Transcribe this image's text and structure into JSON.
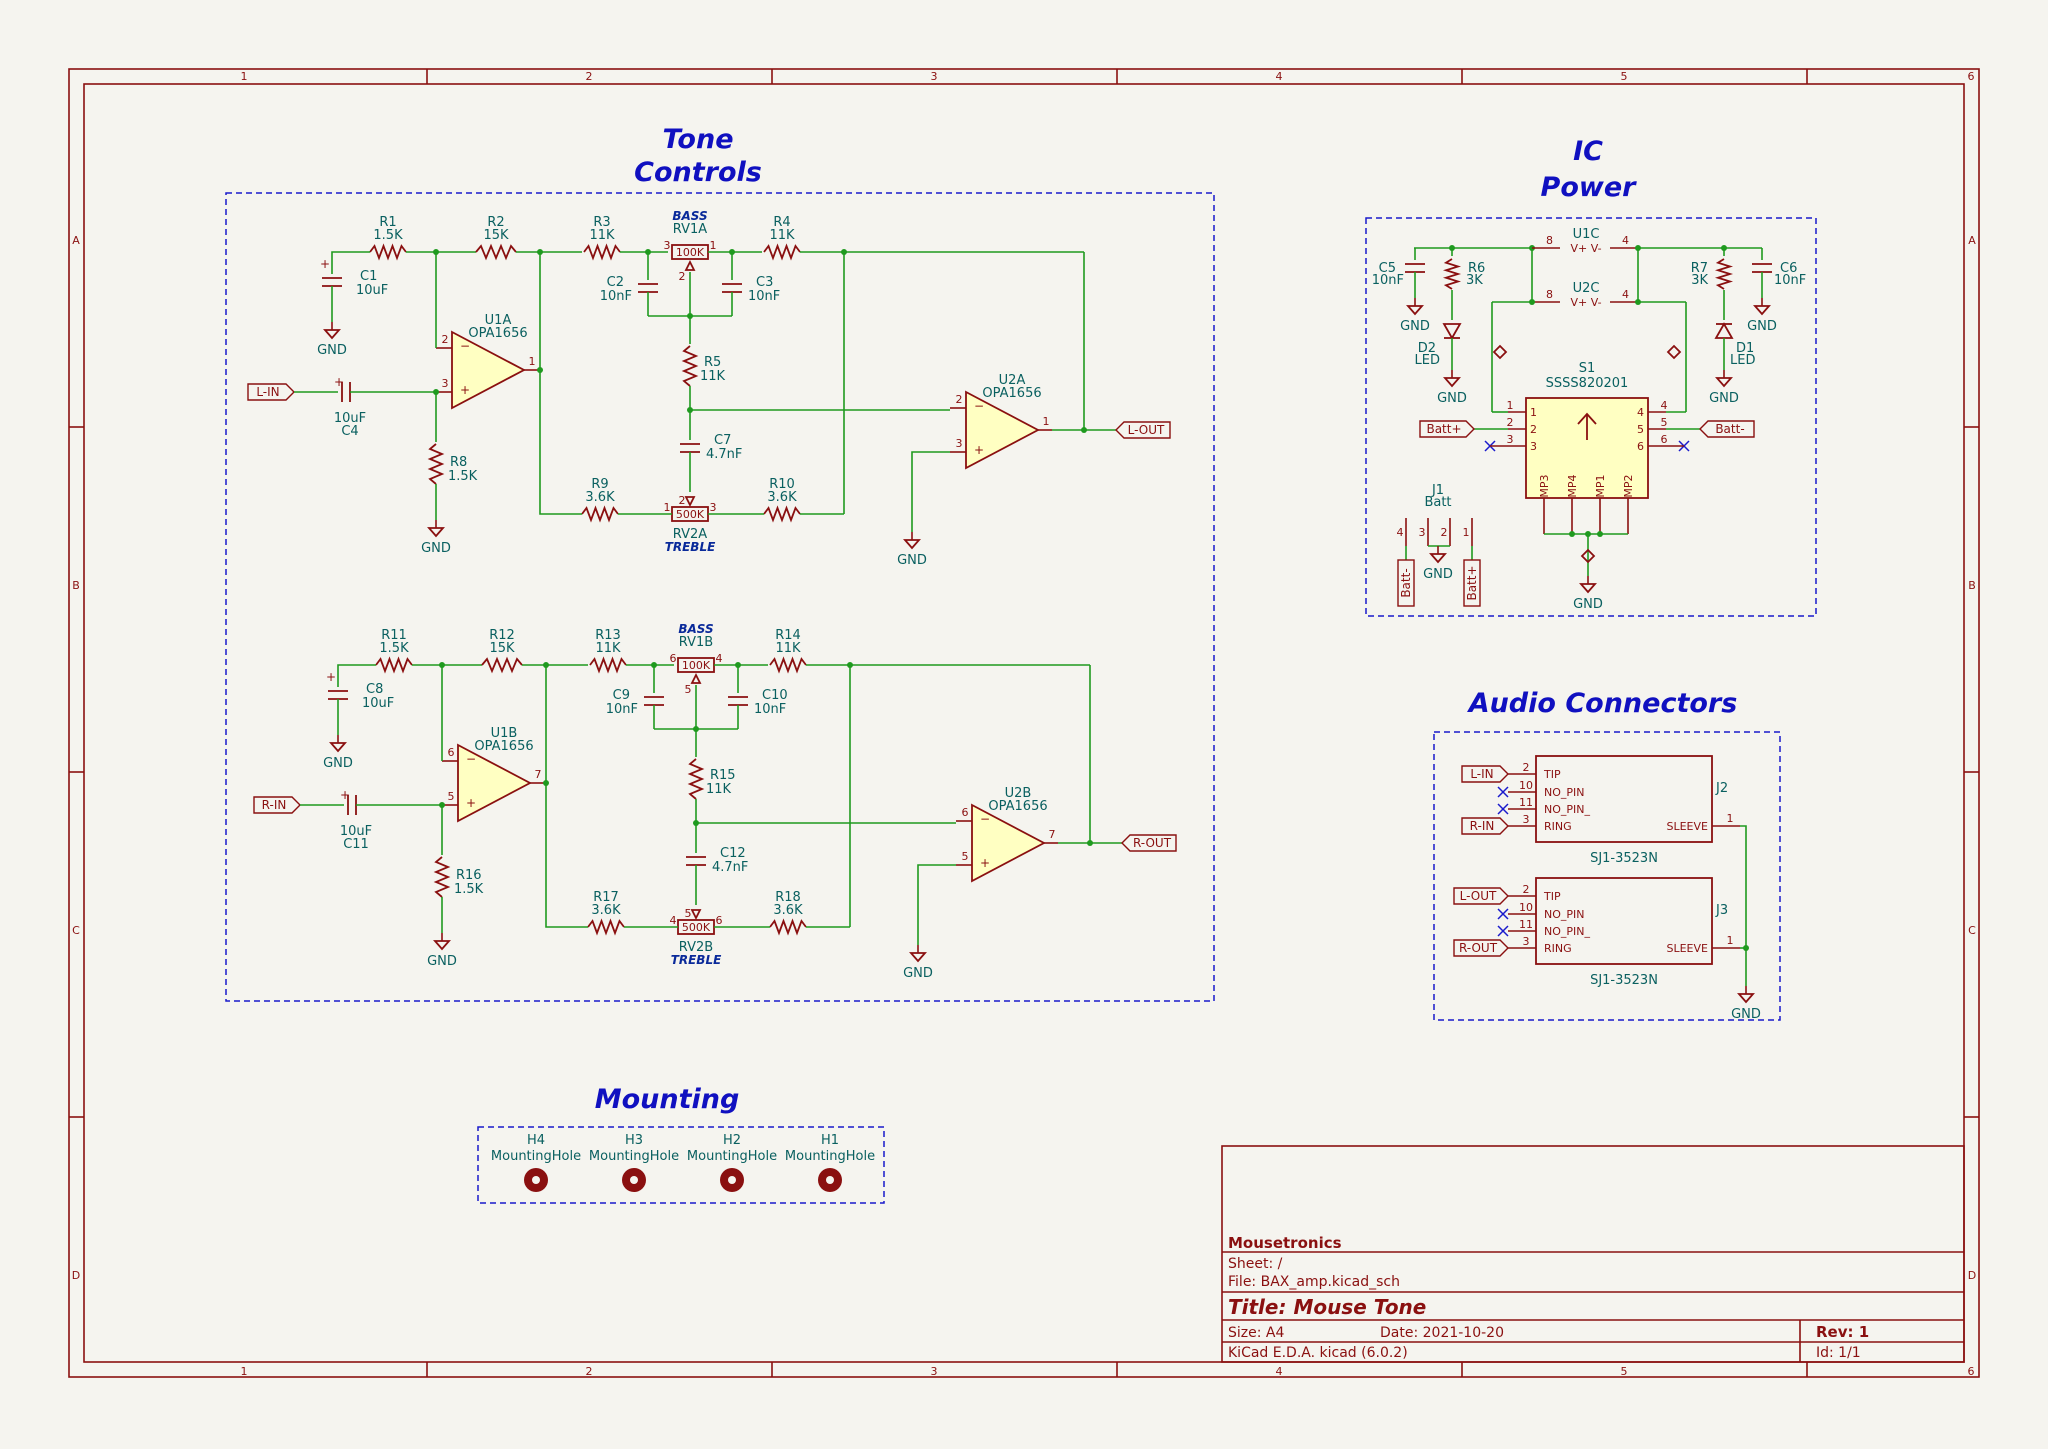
{
  "border": {
    "columns": [
      "1",
      "2",
      "3",
      "4",
      "5",
      "6"
    ],
    "rows": [
      "A",
      "B",
      "C",
      "D"
    ]
  },
  "sections": {
    "tone": {
      "line1": "Tone",
      "line2": "Controls"
    },
    "power": {
      "line1": "IC",
      "line2": "Power"
    },
    "audio": "Audio Connectors",
    "mounting": "Mounting"
  },
  "tone_left": {
    "r1": [
      "R1",
      "1.5K"
    ],
    "r2": [
      "R2",
      "15K"
    ],
    "r3": [
      "R3",
      "11K"
    ],
    "r4": [
      "R4",
      "11K"
    ],
    "c1": [
      "C1",
      "10uF"
    ],
    "c2": [
      "C2",
      "10nF"
    ],
    "c3": [
      "C3",
      "10nF"
    ],
    "c4": [
      "10uF",
      "C4"
    ],
    "r5": [
      "R5",
      "11K"
    ],
    "c7": [
      "C7",
      "4.7nF"
    ],
    "r8": [
      "R8",
      "1.5K"
    ],
    "r9": [
      "R9",
      "3.6K"
    ],
    "r10": [
      "R10",
      "3.6K"
    ],
    "u1": [
      "U1A",
      "OPA1656"
    ],
    "u2": [
      "U2A",
      "OPA1656"
    ],
    "rv1": [
      "BASS",
      "RV1A",
      "100K"
    ],
    "rv2": [
      "500K",
      "RV2A",
      "TREBLE"
    ],
    "in": "L-IN",
    "out": "L-OUT",
    "gnd": "GND",
    "u1pins": [
      "2",
      "3",
      "1"
    ],
    "u2pins": [
      "2",
      "3",
      "1"
    ],
    "rv1pins": [
      "3",
      "1",
      "2"
    ],
    "rv2pins": [
      "1",
      "3",
      "2"
    ]
  },
  "tone_right": {
    "r1": [
      "R11",
      "1.5K"
    ],
    "r2": [
      "R12",
      "15K"
    ],
    "r3": [
      "R13",
      "11K"
    ],
    "r4": [
      "R14",
      "11K"
    ],
    "c1": [
      "C8",
      "10uF"
    ],
    "c2": [
      "C9",
      "10nF"
    ],
    "c3": [
      "C10",
      "10nF"
    ],
    "c4": [
      "10uF",
      "C11"
    ],
    "r5": [
      "R15",
      "11K"
    ],
    "c7": [
      "C12",
      "4.7nF"
    ],
    "r8": [
      "R16",
      "1.5K"
    ],
    "r9": [
      "R17",
      "3.6K"
    ],
    "r10": [
      "R18",
      "3.6K"
    ],
    "u1": [
      "U1B",
      "OPA1656"
    ],
    "u2": [
      "U2B",
      "OPA1656"
    ],
    "rv1": [
      "BASS",
      "RV1B",
      "100K"
    ],
    "rv2": [
      "500K",
      "RV2B",
      "TREBLE"
    ],
    "in": "R-IN",
    "out": "R-OUT",
    "gnd": "GND",
    "u1pins": [
      "6",
      "5",
      "7"
    ],
    "u2pins": [
      "6",
      "5",
      "7"
    ],
    "rv1pins": [
      "6",
      "4",
      "5"
    ],
    "rv2pins": [
      "4",
      "6",
      "5"
    ]
  },
  "power": {
    "c5": [
      "C5",
      "10nF"
    ],
    "r6": [
      "R6",
      "3K"
    ],
    "d2": [
      "D2",
      "LED"
    ],
    "c6": [
      "C6",
      "10nF"
    ],
    "r7": [
      "R7",
      "3K"
    ],
    "d1": [
      "D1",
      "LED"
    ],
    "u1c": "U1C",
    "u2c": "U2C",
    "vv": "V+ V-",
    "p8": "8",
    "p4": "4",
    "s1": [
      "S1",
      "SSSS820201"
    ],
    "s1left": [
      "1",
      "2",
      "3"
    ],
    "s1right": [
      "4",
      "5",
      "6"
    ],
    "mp": [
      "MP3",
      "MP4",
      "MP1",
      "MP2"
    ],
    "batt_plus": "Batt+",
    "batt_minus": "Batt-",
    "j1": [
      "J1",
      "Batt"
    ],
    "j1pins": [
      "4",
      "3",
      "2",
      "1"
    ],
    "gnd": "GND"
  },
  "audio": {
    "j2": {
      "ref": "J2",
      "value": "SJ1-3523N",
      "pins": [
        "TIP",
        "NO_PIN",
        "NO_PIN_",
        "RING",
        "SLEEVE"
      ],
      "nums": [
        "2",
        "10",
        "11",
        "3",
        "1"
      ],
      "nets": [
        "L-IN",
        "R-IN"
      ]
    },
    "j3": {
      "ref": "J3",
      "value": "SJ1-3523N",
      "pins": [
        "TIP",
        "NO_PIN",
        "NO_PIN_",
        "RING",
        "SLEEVE"
      ],
      "nums": [
        "2",
        "10",
        "11",
        "3",
        "1"
      ],
      "nets": [
        "L-OUT",
        "R-OUT"
      ]
    },
    "gnd": "GND"
  },
  "mounting": [
    {
      "ref": "H4",
      "value": "MountingHole"
    },
    {
      "ref": "H3",
      "value": "MountingHole"
    },
    {
      "ref": "H2",
      "value": "MountingHole"
    },
    {
      "ref": "H1",
      "value": "MountingHole"
    }
  ],
  "title_block": {
    "company": "Mousetronics",
    "sheet": "Sheet: /",
    "file": "File: BAX_amp.kicad_sch",
    "title": "Title: Mouse Tone",
    "size": "Size: A4",
    "date": "Date: 2021-10-20",
    "rev": "Rev: 1",
    "tool": "KiCad E.D.A.  kicad (6.0.2)",
    "id": "Id: 1/1"
  }
}
